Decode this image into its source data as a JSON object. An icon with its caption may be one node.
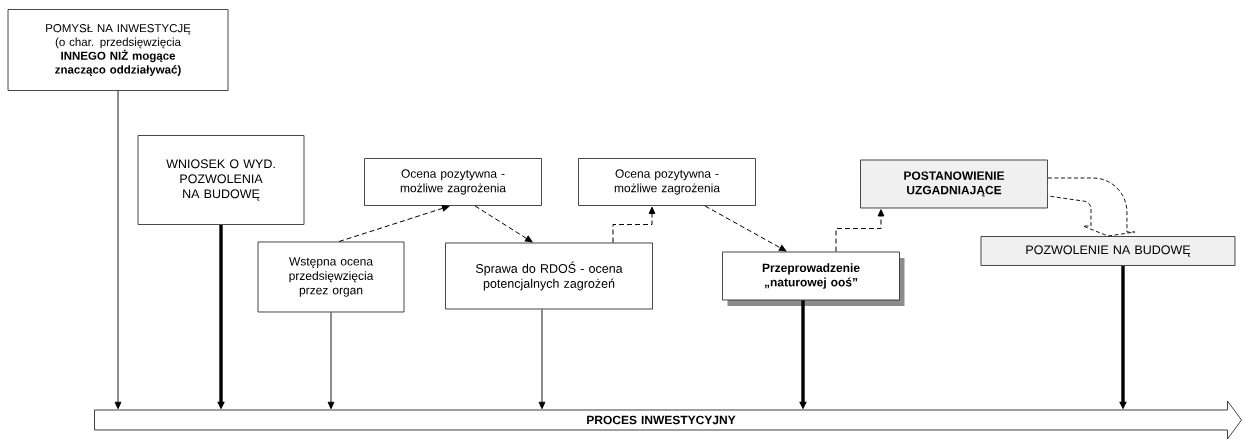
{
  "diagram": {
    "nodes": [
      {
        "text": [
          "POMYSŁ NA INWESTYCJĘ (o char. przedsięwzięcia **INNEGO NIŻ mogące znacząco oddziaływać)**"
        ]
      },
      {
        "text": [
          "WNIOSEK O WYD. POZWOLENIA NA BUDOWĘ"
        ]
      },
      {
        "text": [
          "Ocena pozytywna - możliwe zagrożenia"
        ]
      },
      {
        "text": [
          "Wstępna ocena przedsięwzięcia przez organ"
        ]
      },
      {
        "text": [
          "Ocena pozytywna - możliwe zagrożenia"
        ]
      },
      {
        "text": [
          "Sprawa do RDOŚ - ocena potencjalnych zagrożeń"
        ]
      },
      {
        "text": [
          "Przeprowadzenie „naturowej ooś”"
        ]
      },
      {
        "text": [
          "POSTANOWIENIE UZGADNIAJĄCE"
        ]
      },
      {
        "text": [
          "POZWOLENIE NA BUDOWĘ"
        ]
      },
      {
        "text": [
          "PROCES INWESTYCYJNY"
        ]
      }
    ],
    "edges": [
      {
        "from": 0,
        "to": 9,
        "arrow": "to"
      },
      {
        "from": 1,
        "to": 9,
        "arrow": "to",
        "style": "thick"
      },
      {
        "from": 3,
        "to": 9,
        "arrow": "to"
      },
      {
        "from": 5,
        "to": 9,
        "arrow": "to"
      },
      {
        "from": 6,
        "to": 9,
        "arrow": "to",
        "style": "thick"
      },
      {
        "from": 8,
        "to": 9,
        "arrow": "to",
        "style": "thick"
      },
      {
        "from": 3,
        "to": 2,
        "arrow": "to",
        "style": "dashed"
      },
      {
        "from": 2,
        "to": 5,
        "arrow": "to",
        "style": "dashed"
      },
      {
        "from": 5,
        "to": 4,
        "arrow": "to",
        "style": "dashed"
      },
      {
        "from": 4,
        "to": 6,
        "arrow": "to",
        "style": "dashed"
      },
      {
        "from": 6,
        "to": 7,
        "arrow": "to",
        "style": "dashed"
      },
      {
        "from": 7,
        "to": 8,
        "arrow": "to",
        "style": "dashed"
      }
    ]
  }
}
